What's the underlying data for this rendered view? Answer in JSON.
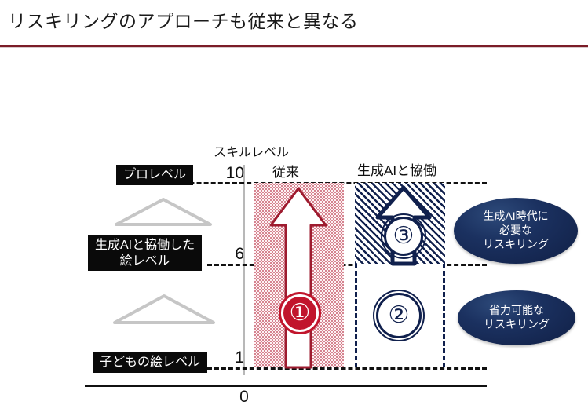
{
  "slide": {
    "title": "リスキリングのアプローチも従来と異なる",
    "accent_color": "#7b1c28"
  },
  "chart_data": {
    "type": "bar",
    "title": "リスキリングのアプローチも従来と異なる",
    "ylabel": "スキルレベル",
    "xlabel": "",
    "ylim": [
      0,
      10
    ],
    "yticks": [
      "0",
      "1",
      "6",
      "10"
    ],
    "categories": [
      "従来",
      "生成AIと協働"
    ],
    "series": [
      {
        "name": "従来",
        "segments": [
          {
            "label": "①",
            "from": 1,
            "to": 10,
            "fill": "dotted-red",
            "color": "#c1152c"
          }
        ]
      },
      {
        "name": "生成AIと協働",
        "segments": [
          {
            "label": "②",
            "from": 1,
            "to": 6,
            "fill": "white-dashed",
            "color": "#10204d"
          },
          {
            "label": "③",
            "from": 6,
            "to": 10,
            "fill": "navy-hatch",
            "color": "#10204d"
          }
        ]
      }
    ],
    "level_labels": [
      {
        "text": "プロレベル",
        "value": 10
      },
      {
        "text": "生成AIと協働した\n絵レベル",
        "value": 6
      },
      {
        "text": "子どもの絵レベル",
        "value": 1
      }
    ],
    "annotations": [
      {
        "text": "生成AI時代に\n必要な\nリスキリング",
        "target": "③",
        "color": "#10204d"
      },
      {
        "text": "省力可能な\nリスキリング",
        "target": "②",
        "color": "#10204d"
      }
    ],
    "grid": true,
    "legend": "none"
  },
  "axis": {
    "title": "スキルレベル",
    "tick_10": "10",
    "tick_6": "6",
    "tick_1": "1",
    "tick_0": "0"
  },
  "columns": {
    "left_header": "従来",
    "right_header": "生成AIと協働"
  },
  "levels": {
    "pro": "プロレベル",
    "ai_collab_line1": "生成AIと協働した",
    "ai_collab_line2": "絵レベル",
    "child": "子どもの絵レベル"
  },
  "markers": {
    "one": "①",
    "two": "②",
    "three": "③"
  },
  "callouts": {
    "top": {
      "line1": "生成AI時代に",
      "line2": "必要な",
      "line3": "リスキリング"
    },
    "bottom": {
      "line1": "省力可能な",
      "line2": "リスキリング"
    }
  }
}
